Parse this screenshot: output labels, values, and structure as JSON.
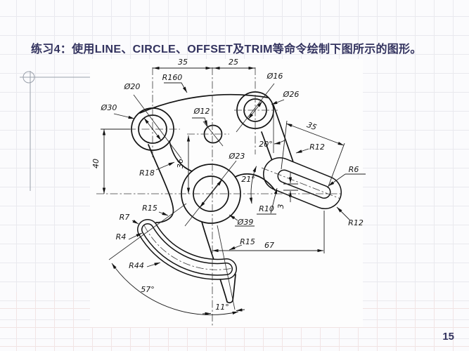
{
  "slide": {
    "title": "练习4：使用LINE、CIRCLE、OFFSET及TRIM等命令绘制下图所示的图形。",
    "page_number": "15",
    "title_color": "#32325e",
    "grid_color": "#e9e9ee",
    "line_color": "#131313"
  },
  "drawing": {
    "dimension_labels": [
      "35",
      "25",
      "R160",
      "Ø20",
      "Ø30",
      "Ø12",
      "Ø16",
      "Ø26",
      "35",
      "20°",
      "R12",
      "R6",
      "40",
      "R18",
      "36",
      "Ø23",
      "21°",
      "R10",
      "3",
      "Ø39",
      "R15",
      "R7",
      "R4",
      "R44",
      "57°",
      "11°",
      "R15",
      "67",
      "R12"
    ]
  }
}
